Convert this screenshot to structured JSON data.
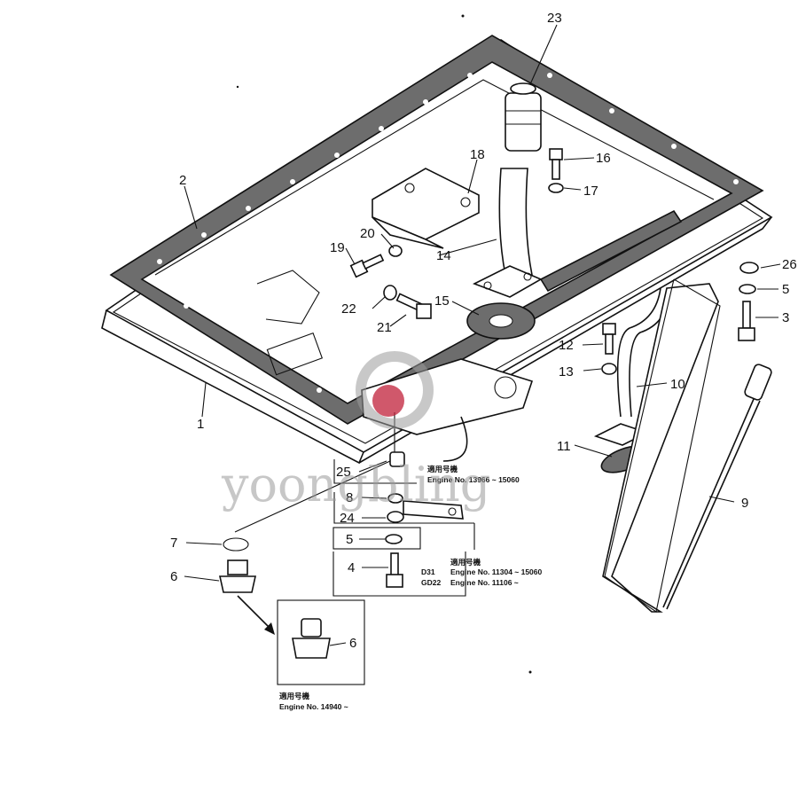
{
  "diagram": {
    "callouts": {
      "c1": "1",
      "c2": "2",
      "c3": "3",
      "c4": "4",
      "c5a": "5",
      "c5b": "5",
      "c6a": "6",
      "c6b": "6",
      "c7": "7",
      "c8": "8",
      "c9": "9",
      "c10": "10",
      "c11": "11",
      "c12": "12",
      "c13": "13",
      "c14": "14",
      "c15": "15",
      "c16": "16",
      "c17": "17",
      "c18": "18",
      "c19": "19",
      "c20": "20",
      "c21": "21",
      "c22": "22",
      "c23": "23",
      "c24": "24",
      "c25": "25",
      "c26": "26"
    },
    "notes": {
      "note1_cjk": "適用号機",
      "note1_line": "Engine No. 13966 ~ 15060",
      "note2_cjk": "適用号機",
      "note2_model1": "D31",
      "note2_line1": "Engine No. 11304 ~ 15060",
      "note2_model2": "GD22",
      "note2_line2": "Engine No. 11106 ~",
      "note3_cjk": "適用号機",
      "note3_line": "Engine No. 14940 ~"
    },
    "watermark": "yoongbling",
    "colors": {
      "line": "#111111",
      "gasket": "#6d6d6d",
      "watermark": "#9a9a9a",
      "logo": "#c0203a"
    }
  }
}
